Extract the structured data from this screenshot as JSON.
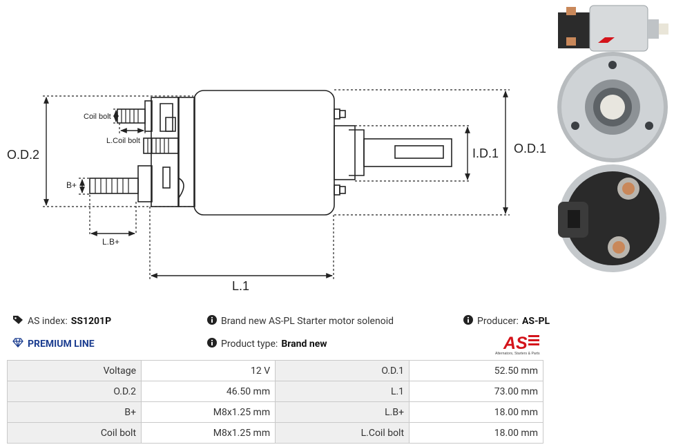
{
  "diagram": {
    "od2_label": "O.D.2",
    "od1_label": "O.D.1",
    "id1_label": "I.D.1",
    "l1_label": "L.1",
    "lb_label": "L.B+",
    "b_label": "B+",
    "coil_bolt_label": "Coil bolt",
    "l_coil_bolt_label": "L.Coil bolt"
  },
  "info": {
    "as_index_label": "AS index:",
    "as_index_value": "SS1201P",
    "premium_label": "PREMIUM LINE",
    "description": "Brand new AS-PL Starter motor solenoid",
    "product_type_label": "Product type:",
    "product_type_value": "Brand new",
    "producer_label": "Producer:",
    "producer_value": "AS-PL",
    "logo_text": "AS",
    "logo_tagline": "Alternators, Starters & Parts"
  },
  "specs": [
    {
      "k1": "Voltage",
      "v1": "12 V",
      "k2": "O.D.1",
      "v2": "52.50 mm"
    },
    {
      "k1": "O.D.2",
      "v1": "46.50 mm",
      "k2": "L.1",
      "v2": "73.00 mm"
    },
    {
      "k1": "B+",
      "v1": "M8x1.25 mm",
      "k2": "L.B+",
      "v2": "18.00 mm"
    },
    {
      "k1": "Coil bolt",
      "v1": "M8x1.25 mm",
      "k2": "L.Coil bolt",
      "v2": "18.00 mm"
    }
  ],
  "colors": {
    "premium": "#1a3c8f",
    "logo_red": "#d4141b",
    "table_label_bg": "#efefef"
  }
}
